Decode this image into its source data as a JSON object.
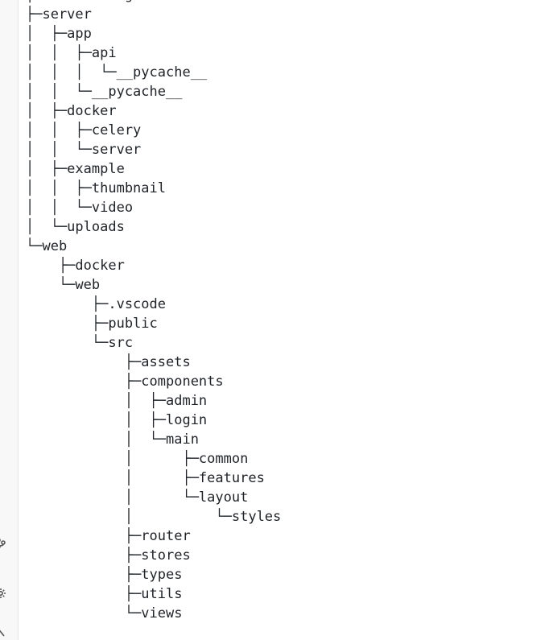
{
  "tree": {
    "lines": [
      "├─docker-images",
      "├─server",
      "│  ├─app",
      "│  │  ├─api",
      "│  │  │  └─__pycache__",
      "│  │  └─__pycache__",
      "│  ├─docker",
      "│  │  ├─celery",
      "│  │  └─server",
      "│  ├─example",
      "│  │  ├─thumbnail",
      "│  │  └─video",
      "│  └─uploads",
      "└─web",
      "    ├─docker",
      "    └─web",
      "        ├─.vscode",
      "        ├─public",
      "        └─src",
      "            ├─assets",
      "            ├─components",
      "            │  ├─admin",
      "            │  ├─login",
      "            │  └─main",
      "            │      ├─common",
      "            │      ├─features",
      "            │      └─layout",
      "            │          └─styles",
      "            ├─router",
      "            ├─stores",
      "            ├─types",
      "            ├─utils",
      "            └─views"
    ]
  },
  "rail_icons": [
    "branch-icon",
    "gear-icon",
    "arrow-icon"
  ]
}
